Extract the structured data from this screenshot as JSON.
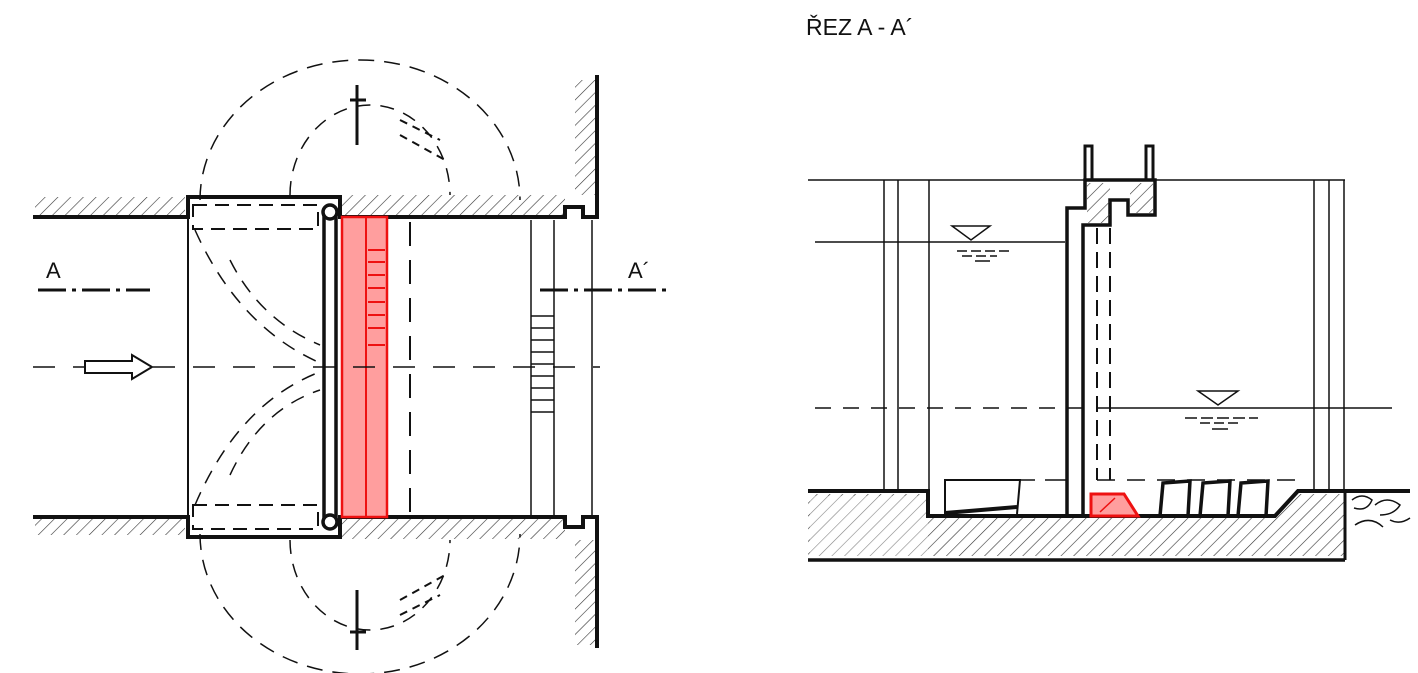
{
  "section_title": "ŘEZ A - A´",
  "section_mark_left": "A",
  "section_mark_right": "A´",
  "colors": {
    "line": "#111111",
    "highlight_fill": "#ff9e9e",
    "highlight_stroke": "#ee1111"
  }
}
